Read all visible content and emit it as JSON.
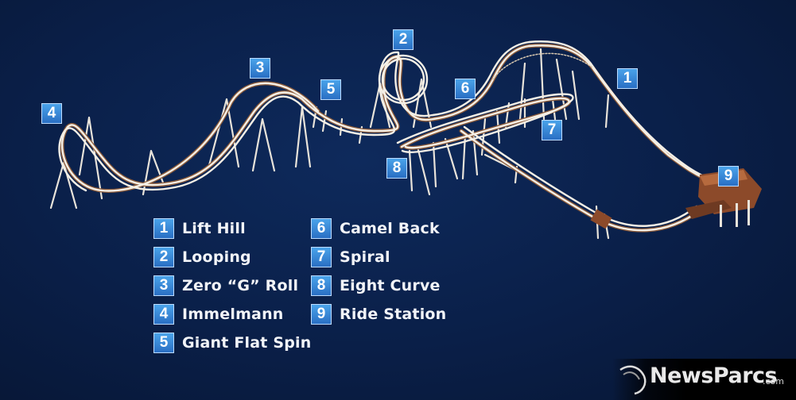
{
  "markers": [
    {
      "number": "1",
      "label": "Lift Hill"
    },
    {
      "number": "2",
      "label": "Looping"
    },
    {
      "number": "3",
      "label": "Zero “G” Roll"
    },
    {
      "number": "4",
      "label": "Immelmann"
    },
    {
      "number": "5",
      "label": "Giant Flat Spin"
    },
    {
      "number": "6",
      "label": "Camel Back"
    },
    {
      "number": "7",
      "label": "Spiral"
    },
    {
      "number": "8",
      "label": "Eight Curve"
    },
    {
      "number": "9",
      "label": "Ride Station"
    }
  ],
  "logo": {
    "name": "NewsParcs",
    "domain": ".com"
  },
  "colors": {
    "background": "#0a1f48",
    "badge": "#3a8ee0",
    "track_rail": "#f4efe6",
    "track_spine": "#8a5a3a",
    "station_roof": "#8c4a2a",
    "text": "#f2f4f8"
  }
}
